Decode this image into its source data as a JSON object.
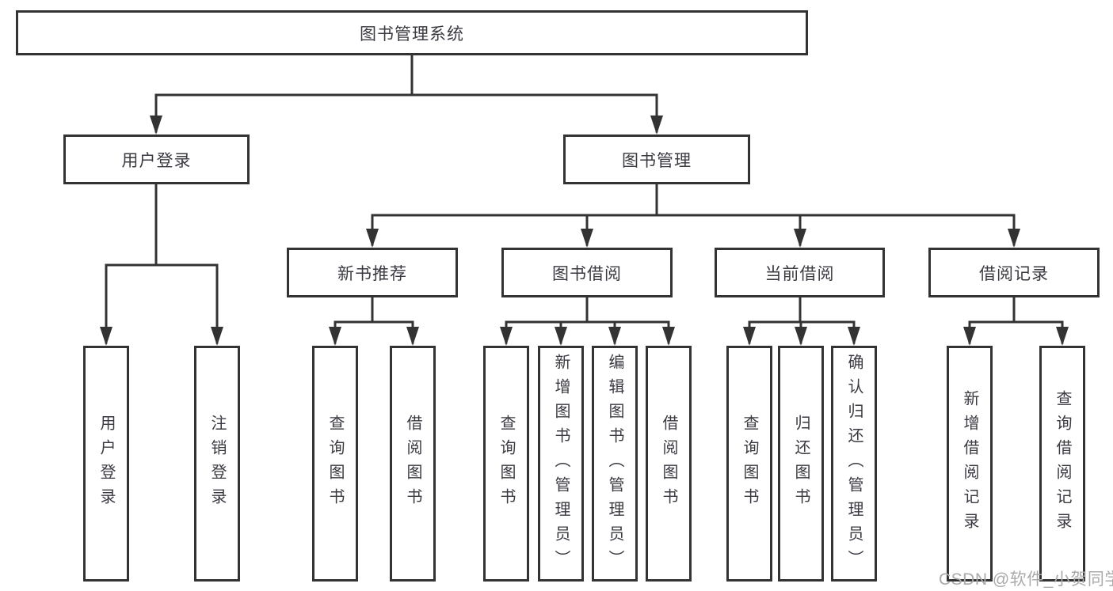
{
  "diagram": {
    "title": "图书管理系统",
    "tree": {
      "label": "图书管理系统",
      "children": [
        {
          "label": "用户登录",
          "children": [
            {
              "label": "用户登录"
            },
            {
              "label": "注销登录"
            }
          ]
        },
        {
          "label": "图书管理",
          "children": [
            {
              "label": "新书推荐",
              "children": [
                {
                  "label": "查询图书"
                },
                {
                  "label": "借阅图书"
                }
              ]
            },
            {
              "label": "图书借阅",
              "children": [
                {
                  "label": "查询图书"
                },
                {
                  "label": "新增图书（管理员）"
                },
                {
                  "label": "编辑图书（管理员）"
                },
                {
                  "label": "借阅图书"
                }
              ]
            },
            {
              "label": "当前借阅",
              "children": [
                {
                  "label": "查询图书"
                },
                {
                  "label": "归还图书"
                },
                {
                  "label": "确认归还（管理员）"
                }
              ]
            },
            {
              "label": "借阅记录",
              "children": [
                {
                  "label": "新增借阅记录"
                },
                {
                  "label": "查询借阅记录"
                }
              ]
            }
          ]
        }
      ]
    },
    "colors": {
      "line": "#333333",
      "box_border": "#333333",
      "box_background": "#ffffff",
      "text": "#3a3a42",
      "watermark": "#aaaaaa",
      "background": "#ffffff"
    }
  },
  "watermark": {
    "text": "CSDN @软件_小贺同学"
  }
}
